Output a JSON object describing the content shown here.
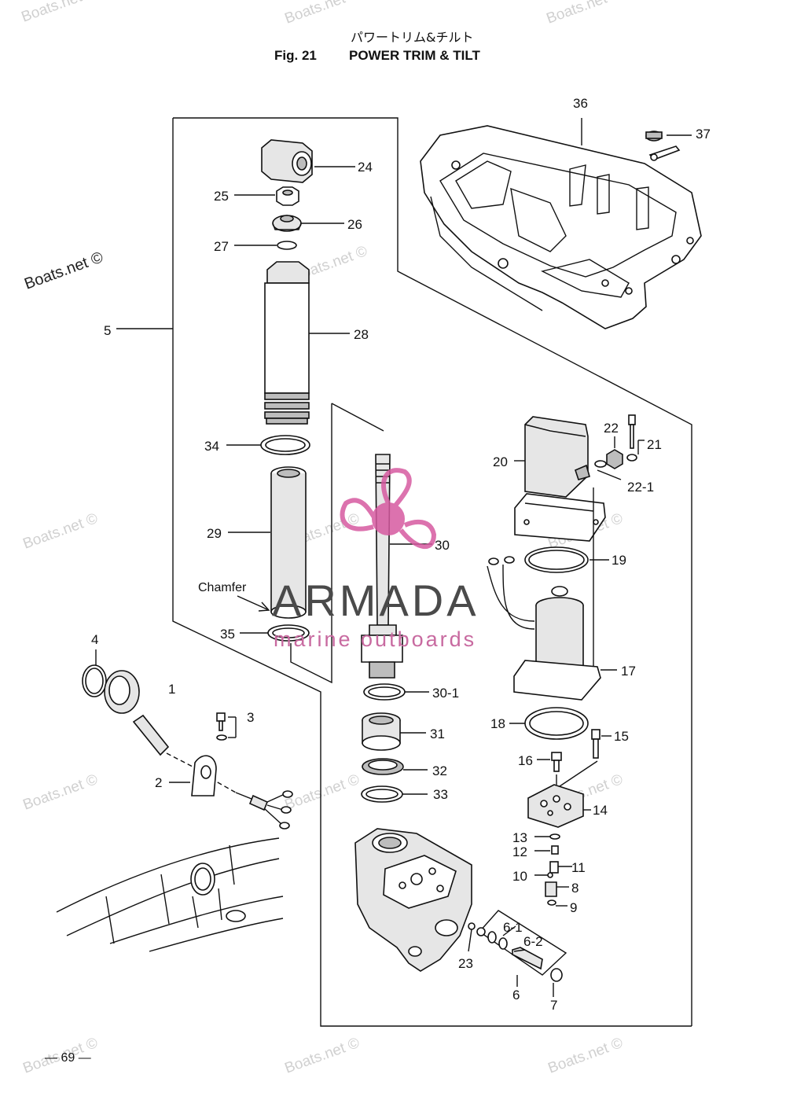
{
  "title": {
    "japanese": "パワートリム&チルト",
    "fig_number": "Fig. 21",
    "english": "POWER TRIM & TILT"
  },
  "page_number": "— 69 —",
  "annotation_chamfer": "Chamfer",
  "watermarks": {
    "boats_net": "Boats.net ©",
    "boats_net_short": "Boats.net",
    "brand": "ARMADA",
    "brand_sub": "marine outboards"
  },
  "colors": {
    "brand_pink": "#d65aa0",
    "brand_gray": "#4a4a4a",
    "watermark_gray": "#d0d0d0"
  },
  "callouts": {
    "c1": "1",
    "c2": "2",
    "c3": "3",
    "c4": "4",
    "c5": "5",
    "c6": "6",
    "c6_1": "6-1",
    "c6_2": "6-2",
    "c7": "7",
    "c8": "8",
    "c9": "9",
    "c10": "10",
    "c11": "11",
    "c12": "12",
    "c13": "13",
    "c14": "14",
    "c15": "15",
    "c16": "16",
    "c17": "17",
    "c18": "18",
    "c19": "19",
    "c20": "20",
    "c21": "21",
    "c22": "22",
    "c22_1": "22-1",
    "c23": "23",
    "c24": "24",
    "c25": "25",
    "c26": "26",
    "c27": "27",
    "c28": "28",
    "c29": "29",
    "c30": "30",
    "c30_1": "30-1",
    "c31": "31",
    "c32": "32",
    "c33": "33",
    "c34": "34",
    "c35": "35",
    "c36": "36",
    "c37": "37"
  }
}
